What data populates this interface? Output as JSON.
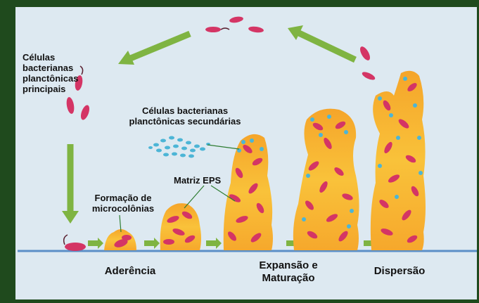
{
  "colors": {
    "background_frame": "#1f4a1d",
    "panel": "#dde9f1",
    "arrow": "#7fb442",
    "biofilm_matrix": "#f7b531",
    "bacterium": "#d43565",
    "secondary_cell": "#4cb5d6",
    "baseline": "#5b8fc7"
  },
  "labels": {
    "primary_cells": "Células\nbacterianas\nplanctônicas\nprincipais",
    "secondary_cells": "Células bacterianas\nplanctônicas secundárias",
    "eps_matrix": "Matriz EPS",
    "microcolonies": "Formação de\nmicrocolônias"
  },
  "stages": {
    "adherence": "Aderência",
    "expansion": "Expansão e\nMaturação",
    "dispersion": "Dispersão"
  }
}
